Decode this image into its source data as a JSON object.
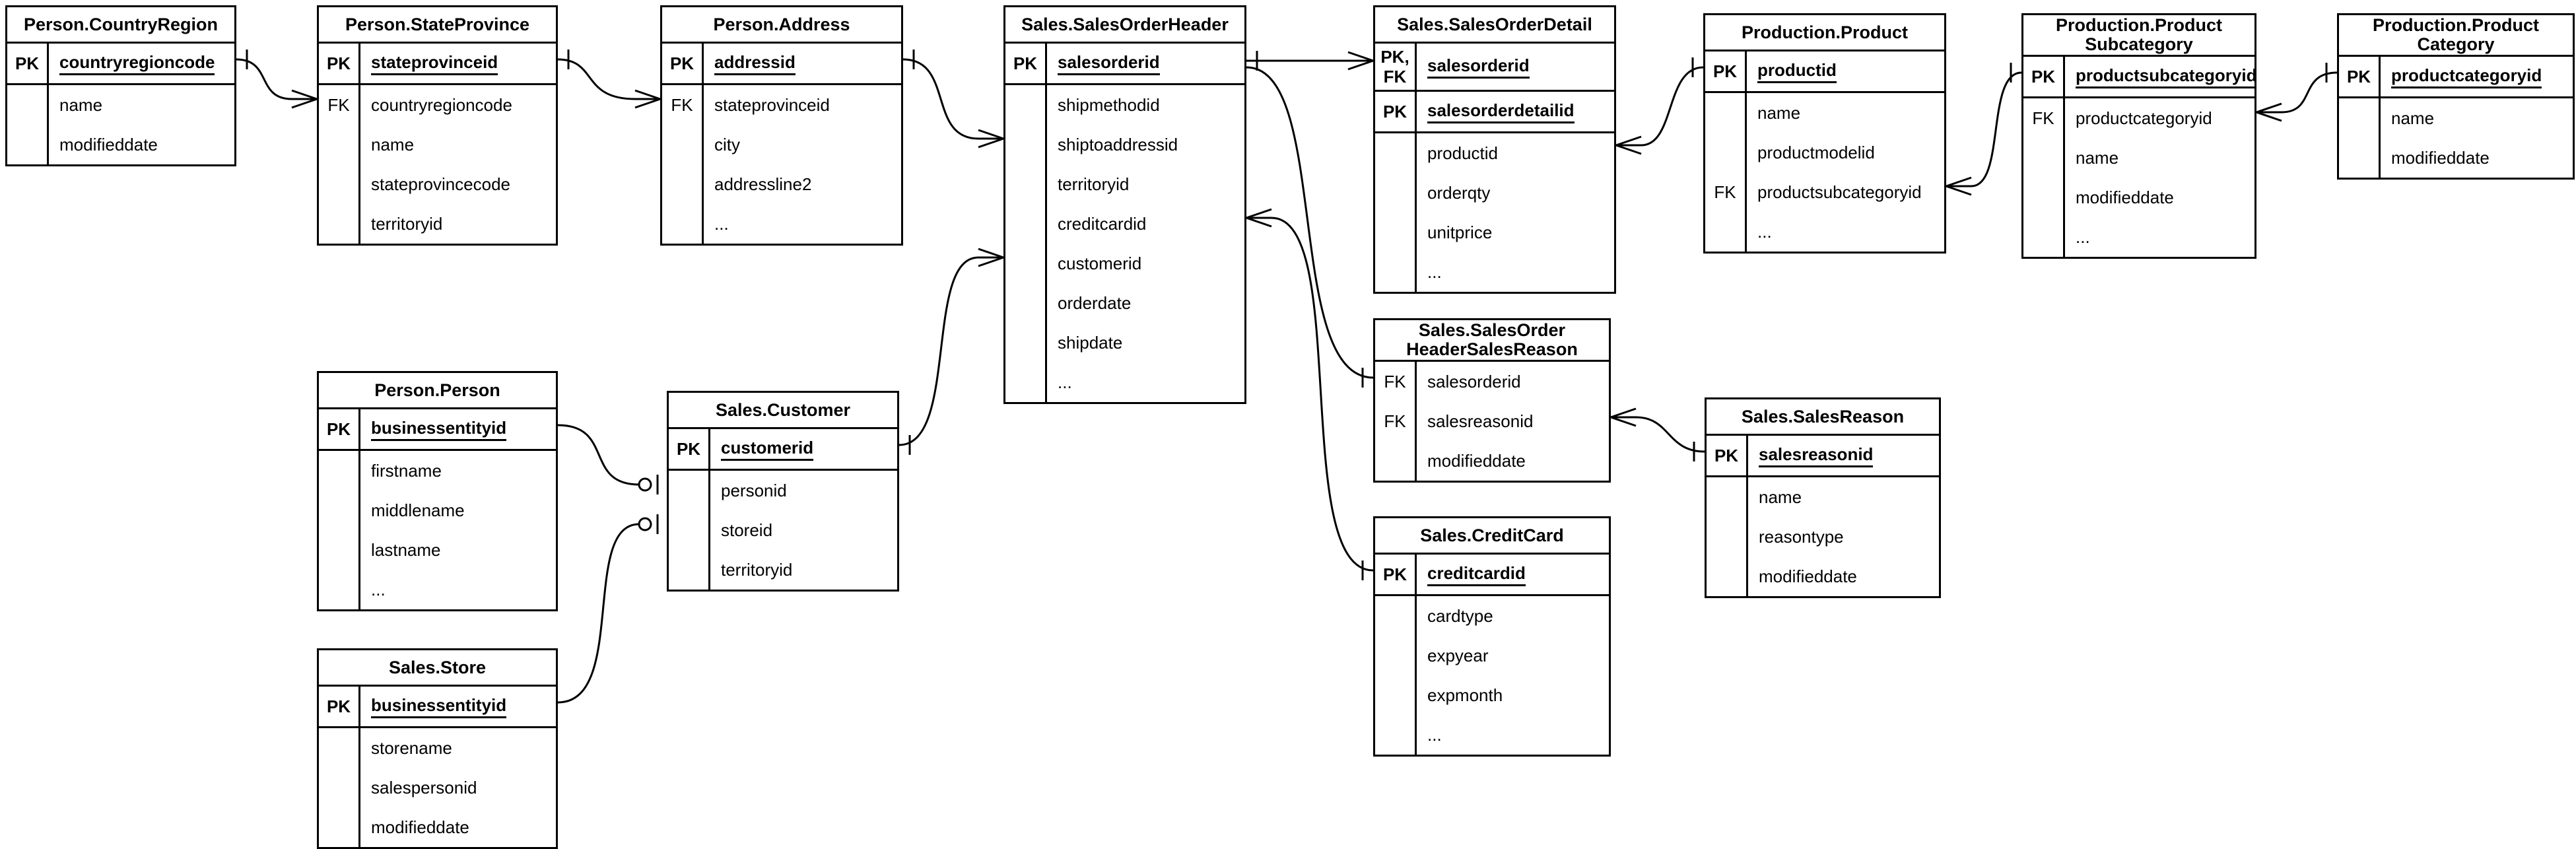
{
  "diagram": {
    "kind": "entity-relationship-diagram",
    "colors": {
      "line": "#000000",
      "background": "#ffffff",
      "text": "#000000"
    },
    "tables": [
      {
        "id": "country_region",
        "title_lines": [
          "Person.CountryRegion"
        ],
        "sections": [
          {
            "type": "key",
            "rows": [
              {
                "key": [
                  "PK"
                ],
                "name": "countryregioncode",
                "pk": true
              }
            ]
          },
          {
            "type": "body",
            "rows": [
              {
                "key": [],
                "name": "name"
              },
              {
                "key": [],
                "name": "modifieddate"
              }
            ]
          }
        ]
      },
      {
        "id": "state_province",
        "title_lines": [
          "Person.StateProvince"
        ],
        "sections": [
          {
            "type": "key",
            "rows": [
              {
                "key": [
                  "PK"
                ],
                "name": "stateprovinceid",
                "pk": true
              }
            ]
          },
          {
            "type": "body",
            "rows": [
              {
                "key": [
                  "FK"
                ],
                "name": "countryregioncode"
              },
              {
                "key": [],
                "name": "name"
              },
              {
                "key": [],
                "name": "stateprovincecode"
              },
              {
                "key": [],
                "name": "territoryid"
              }
            ]
          }
        ]
      },
      {
        "id": "address",
        "title_lines": [
          "Person.Address"
        ],
        "sections": [
          {
            "type": "key",
            "rows": [
              {
                "key": [
                  "PK"
                ],
                "name": "addressid",
                "pk": true
              }
            ]
          },
          {
            "type": "body",
            "rows": [
              {
                "key": [
                  "FK"
                ],
                "name": "stateprovinceid"
              },
              {
                "key": [],
                "name": "city"
              },
              {
                "key": [],
                "name": "addressline2"
              },
              {
                "key": [],
                "name": "..."
              }
            ]
          }
        ]
      },
      {
        "id": "sales_order_header",
        "title_lines": [
          "Sales.SalesOrderHeader"
        ],
        "sections": [
          {
            "type": "key",
            "rows": [
              {
                "key": [
                  "PK"
                ],
                "name": "salesorderid",
                "pk": true
              }
            ]
          },
          {
            "type": "body",
            "rows": [
              {
                "key": [],
                "name": "shipmethodid"
              },
              {
                "key": [],
                "name": "shiptoaddressid"
              },
              {
                "key": [],
                "name": "territoryid"
              },
              {
                "key": [],
                "name": "creditcardid"
              },
              {
                "key": [],
                "name": "customerid"
              },
              {
                "key": [],
                "name": "orderdate"
              },
              {
                "key": [],
                "name": "shipdate"
              },
              {
                "key": [],
                "name": "..."
              }
            ]
          }
        ]
      },
      {
        "id": "sales_order_detail",
        "title_lines": [
          "Sales.SalesOrderDetail"
        ],
        "sections": [
          {
            "type": "key",
            "rows": [
              {
                "key": [
                  "PK,",
                  "FK"
                ],
                "name": "salesorderid",
                "pk": true
              }
            ]
          },
          {
            "type": "key",
            "rows": [
              {
                "key": [
                  "PK"
                ],
                "name": "salesorderdetailid",
                "pk": true
              }
            ]
          },
          {
            "type": "body",
            "rows": [
              {
                "key": [],
                "name": "productid"
              },
              {
                "key": [],
                "name": "orderqty"
              },
              {
                "key": [],
                "name": "unitprice"
              },
              {
                "key": [],
                "name": "..."
              }
            ]
          }
        ]
      },
      {
        "id": "product",
        "title_lines": [
          "Production.Product"
        ],
        "sections": [
          {
            "type": "key",
            "rows": [
              {
                "key": [
                  "PK"
                ],
                "name": "productid",
                "pk": true
              }
            ]
          },
          {
            "type": "body",
            "rows": [
              {
                "key": [],
                "name": "name"
              },
              {
                "key": [],
                "name": "productmodelid"
              },
              {
                "key": [
                  "FK"
                ],
                "name": "productsubcategoryid"
              },
              {
                "key": [],
                "name": "..."
              }
            ]
          }
        ]
      },
      {
        "id": "product_subcategory",
        "title_lines": [
          "Production.Product",
          "Subcategory"
        ],
        "sections": [
          {
            "type": "key",
            "rows": [
              {
                "key": [
                  "PK"
                ],
                "name": "productsubcategoryid",
                "pk": true
              }
            ]
          },
          {
            "type": "body",
            "rows": [
              {
                "key": [
                  "FK"
                ],
                "name": "productcategoryid"
              },
              {
                "key": [],
                "name": "name"
              },
              {
                "key": [],
                "name": "modifieddate"
              },
              {
                "key": [],
                "name": "..."
              }
            ]
          }
        ]
      },
      {
        "id": "product_category",
        "title_lines": [
          "Production.Product",
          "Category"
        ],
        "sections": [
          {
            "type": "key",
            "rows": [
              {
                "key": [
                  "PK"
                ],
                "name": "productcategoryid",
                "pk": true
              }
            ]
          },
          {
            "type": "body",
            "rows": [
              {
                "key": [],
                "name": "name"
              },
              {
                "key": [],
                "name": "modifieddate"
              }
            ]
          }
        ]
      },
      {
        "id": "person",
        "title_lines": [
          "Person.Person"
        ],
        "sections": [
          {
            "type": "key",
            "rows": [
              {
                "key": [
                  "PK"
                ],
                "name": "businessentityid",
                "pk": true
              }
            ]
          },
          {
            "type": "body",
            "rows": [
              {
                "key": [],
                "name": "firstname"
              },
              {
                "key": [],
                "name": "middlename"
              },
              {
                "key": [],
                "name": "lastname"
              },
              {
                "key": [],
                "name": "..."
              }
            ]
          }
        ]
      },
      {
        "id": "customer",
        "title_lines": [
          "Sales.Customer"
        ],
        "sections": [
          {
            "type": "key",
            "rows": [
              {
                "key": [
                  "PK"
                ],
                "name": "customerid",
                "pk": true
              }
            ]
          },
          {
            "type": "body",
            "rows": [
              {
                "key": [],
                "name": "personid"
              },
              {
                "key": [],
                "name": "storeid"
              },
              {
                "key": [],
                "name": "territoryid"
              }
            ]
          }
        ]
      },
      {
        "id": "store",
        "title_lines": [
          "Sales.Store"
        ],
        "sections": [
          {
            "type": "key",
            "rows": [
              {
                "key": [
                  "PK"
                ],
                "name": "businessentityid",
                "pk": true
              }
            ]
          },
          {
            "type": "body",
            "rows": [
              {
                "key": [],
                "name": "storename"
              },
              {
                "key": [],
                "name": "salespersonid"
              },
              {
                "key": [],
                "name": "modifieddate"
              }
            ]
          }
        ]
      },
      {
        "id": "sales_order_header_sales_reason",
        "title_lines": [
          "Sales.SalesOrder",
          "HeaderSalesReason"
        ],
        "sections": [
          {
            "type": "body",
            "rows": [
              {
                "key": [
                  "FK"
                ],
                "name": "salesorderid"
              },
              {
                "key": [
                  "FK"
                ],
                "name": "salesreasonid"
              },
              {
                "key": [],
                "name": "modifieddate"
              }
            ]
          }
        ]
      },
      {
        "id": "credit_card",
        "title_lines": [
          "Sales.CreditCard"
        ],
        "sections": [
          {
            "type": "key",
            "rows": [
              {
                "key": [
                  "PK"
                ],
                "name": "creditcardid",
                "pk": true
              }
            ]
          },
          {
            "type": "body",
            "rows": [
              {
                "key": [],
                "name": "cardtype"
              },
              {
                "key": [],
                "name": "expyear"
              },
              {
                "key": [],
                "name": "expmonth"
              },
              {
                "key": [],
                "name": "..."
              }
            ]
          }
        ]
      },
      {
        "id": "sales_reason",
        "title_lines": [
          "Sales.SalesReason"
        ],
        "sections": [
          {
            "type": "key",
            "rows": [
              {
                "key": [
                  "PK"
                ],
                "name": "salesreasonid",
                "pk": true
              }
            ]
          },
          {
            "type": "body",
            "rows": [
              {
                "key": [],
                "name": "name"
              },
              {
                "key": [],
                "name": "reasontype"
              },
              {
                "key": [],
                "name": "modifieddate"
              }
            ]
          }
        ]
      }
    ],
    "relationships": [
      {
        "id": "countryregion-stateprovince",
        "from": "Person.CountryRegion.countryregioncode",
        "to": "Person.StateProvince.countryregioncode",
        "cardinality": "one-to-many"
      },
      {
        "id": "stateprovince-address",
        "from": "Person.StateProvince.stateprovinceid",
        "to": "Person.Address.stateprovinceid",
        "cardinality": "one-to-many"
      },
      {
        "id": "address-salesorderheader",
        "from": "Person.Address.addressid",
        "to": "Sales.SalesOrderHeader.shiptoaddressid",
        "cardinality": "one-to-many"
      },
      {
        "id": "customer-salesorderheader",
        "from": "Sales.Customer.customerid",
        "to": "Sales.SalesOrderHeader.customerid",
        "cardinality": "one-to-many"
      },
      {
        "id": "person-customer",
        "from": "Person.Person.businessentityid",
        "to": "Sales.Customer.personid",
        "cardinality": "one-to-zero-or-one"
      },
      {
        "id": "store-customer",
        "from": "Sales.Store.businessentityid",
        "to": "Sales.Customer.storeid",
        "cardinality": "one-to-zero-or-one"
      },
      {
        "id": "salesorderheader-salesorderdetail",
        "from": "Sales.SalesOrderHeader.salesorderid",
        "to": "Sales.SalesOrderDetail.salesorderid",
        "cardinality": "one-to-many"
      },
      {
        "id": "salesorderheader-headersalesreason",
        "from": "Sales.SalesOrderHeader.salesorderid",
        "to": "Sales.SalesOrderHeaderSalesReason.salesorderid",
        "cardinality": "one-to-one"
      },
      {
        "id": "salesorderheader-creditcard",
        "from": "Sales.SalesOrderHeader.creditcardid",
        "to": "Sales.CreditCard.creditcardid",
        "cardinality": "many-to-one"
      },
      {
        "id": "headersalesreason-salesreason",
        "from": "Sales.SalesOrderHeaderSalesReason.salesreasonid",
        "to": "Sales.SalesReason.salesreasonid",
        "cardinality": "many-to-one"
      },
      {
        "id": "salesorderdetail-product",
        "from": "Sales.SalesOrderDetail.productid",
        "to": "Production.Product.productid",
        "cardinality": "many-to-one"
      },
      {
        "id": "product-productsubcategory",
        "from": "Production.Product.productsubcategoryid",
        "to": "Production.ProductSubcategory.productsubcategoryid",
        "cardinality": "many-to-one"
      },
      {
        "id": "productsubcategory-productcategory",
        "from": "Production.ProductSubcategory.productcategoryid",
        "to": "Production.ProductCategory.productcategoryid",
        "cardinality": "many-to-one"
      }
    ]
  }
}
